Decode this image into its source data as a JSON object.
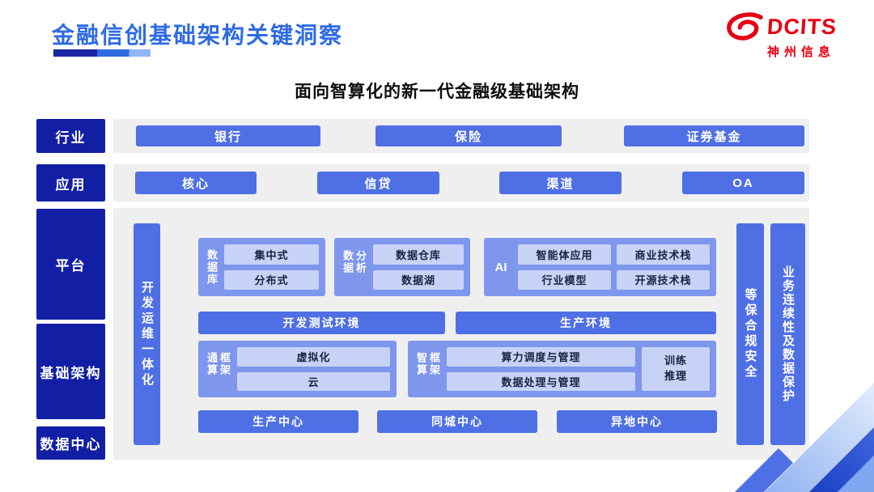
{
  "header": {
    "title": "金融信创基础架构关键洞察",
    "logo": {
      "brand": "DCITS",
      "name": "神州信息"
    }
  },
  "subtitle": "面向智算化的新一代金融级基础架构",
  "side_labels": {
    "industry": "行业",
    "application": "应用",
    "platform": "平台",
    "infrastructure": "基础架构",
    "datacenter": "数据中心"
  },
  "industry_row": [
    "银行",
    "保险",
    "证券基金"
  ],
  "application_row": [
    "核心",
    "信贷",
    "渠道",
    "OA"
  ],
  "bars": {
    "devops": "开发运维一体化",
    "security": "等保合规安全",
    "continuity": "业务连续性及数据保护"
  },
  "platform": {
    "database": {
      "label": "数据库",
      "items": [
        "集中式",
        "分布式"
      ]
    },
    "analytics": {
      "label": "数据分析",
      "items": [
        "数据仓库",
        "数据湖"
      ]
    },
    "ai": {
      "label": "AI",
      "items": [
        "智能体应用",
        "商业技术栈",
        "行业模型",
        "开源技术栈"
      ]
    }
  },
  "environments": [
    "开发测试环境",
    "生产环境"
  ],
  "general_framework": {
    "label": "通算框架",
    "items": [
      "虚拟化",
      "云"
    ]
  },
  "intelligent_framework": {
    "label": "智算框架",
    "items": [
      "算力调度与管理",
      "数据处理与管理"
    ],
    "side_item": "训练推理"
  },
  "centers": [
    "生产中心",
    "同城中心",
    "异地中心"
  ],
  "colors": {
    "title_blue": "#2E6BE3",
    "navy": "#121FA5",
    "button_blue": "#4F6FE4",
    "group_blue": "#7E96EC",
    "chip_blue": "#C7D3F6",
    "logo_red": "#E60012",
    "canvas_gray": "#EFEFEF"
  }
}
